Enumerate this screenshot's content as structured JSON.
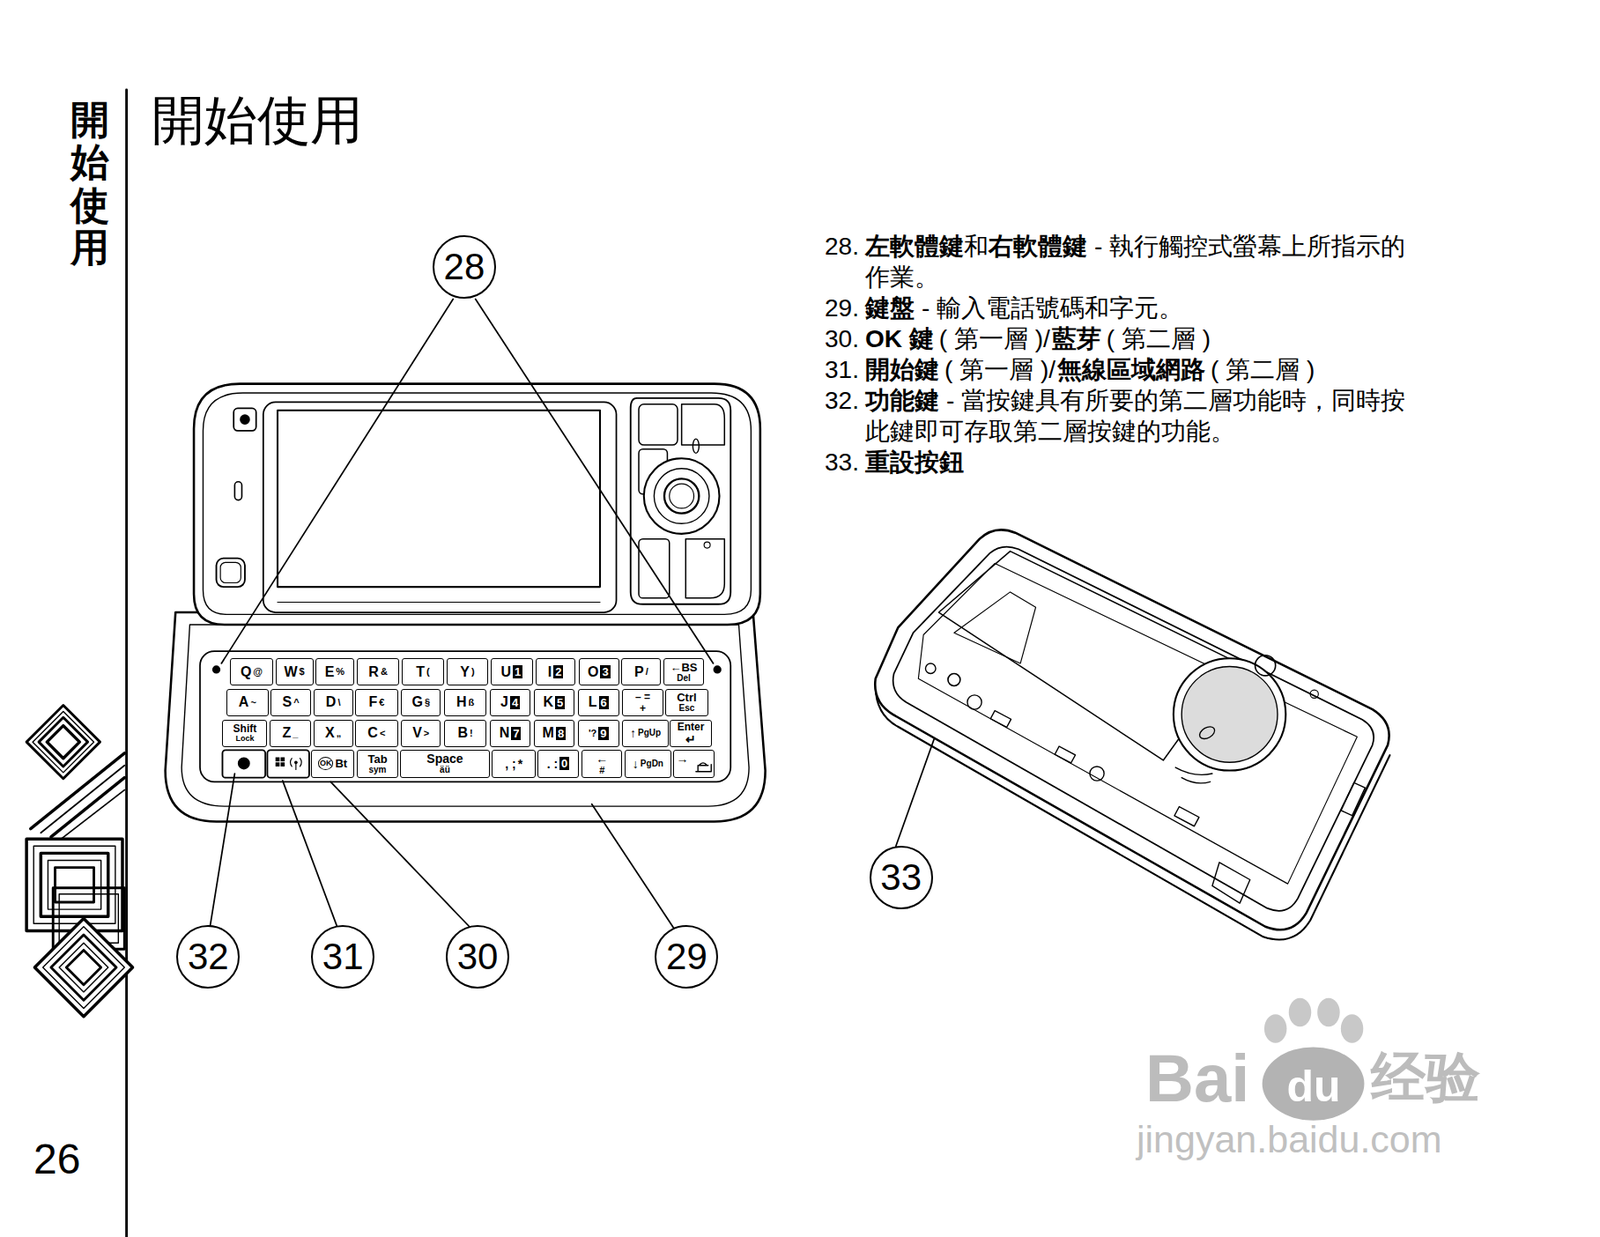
{
  "diagram": {
    "title": "開始使用",
    "nodes": [
      {
        "text": [
          "28"
        ]
      },
      {
        "text": [
          "Q",
          "@"
        ]
      },
      {
        "text": [
          "W",
          "$"
        ]
      },
      {
        "text": [
          "E",
          "%"
        ]
      },
      {
        "text": [
          "R",
          "&"
        ]
      },
      {
        "text": [
          "T",
          "("
        ]
      },
      {
        "text": [
          "Y",
          ")"
        ]
      },
      {
        "text": [
          "U",
          "1"
        ]
      },
      {
        "text": [
          "I",
          "2"
        ]
      },
      {
        "text": [
          "O",
          "3"
        ]
      },
      {
        "text": [
          "P",
          "/"
        ]
      },
      {
        "text": [
          "←BS",
          "Del"
        ]
      },
      {
        "text": [
          "A",
          "~"
        ]
      },
      {
        "text": [
          "S",
          "^"
        ]
      },
      {
        "text": [
          "D",
          "\\"
        ]
      },
      {
        "text": [
          "F",
          "€"
        ]
      },
      {
        "text": [
          "G",
          "§"
        ]
      },
      {
        "text": [
          "H",
          "ß"
        ]
      },
      {
        "text": [
          "J",
          "4"
        ]
      },
      {
        "text": [
          "K",
          "5"
        ]
      },
      {
        "text": [
          "L",
          "6"
        ]
      },
      {
        "text": [
          "– =",
          "+"
        ]
      },
      {
        "text": [
          "Ctrl",
          "Esc"
        ]
      },
      {
        "text": [
          "Shift",
          "Lock"
        ]
      },
      {
        "text": [
          "Z",
          "_"
        ]
      },
      {
        "text": [
          "X",
          "„"
        ]
      },
      {
        "text": [
          "C",
          "<"
        ]
      },
      {
        "text": [
          "V",
          ">"
        ]
      },
      {
        "text": [
          "B",
          "!"
        ]
      },
      {
        "text": [
          "N",
          "7"
        ]
      },
      {
        "text": [
          "M",
          "8"
        ]
      },
      {
        "text": [
          "'?",
          "9"
        ]
      },
      {
        "text": [
          "↑",
          "PgUp"
        ]
      },
      {
        "text": [
          "Enter",
          "↵"
        ]
      },
      {
        "text": [
          "OK",
          "Bt"
        ]
      },
      {
        "text": [
          "Tab",
          "sym"
        ]
      },
      {
        "text": [
          "Space",
          "äü"
        ]
      },
      {
        "text": [
          ", ;",
          "*"
        ]
      },
      {
        "text": [
          ". :",
          "0"
        ]
      },
      {
        "text": [
          "←",
          "#"
        ]
      },
      {
        "text": [
          "↓",
          "PgDn"
        ]
      },
      {
        "text": [
          "→"
        ]
      },
      {
        "text": [
          "32"
        ]
      },
      {
        "text": [
          "31"
        ]
      },
      {
        "text": [
          "30"
        ]
      },
      {
        "text": [
          "29"
        ]
      },
      {
        "text": [
          "33"
        ]
      }
    ],
    "labels": [
      "開始使用",
      "26",
      "28.",
      "左軟體鍵",
      "和",
      "右軟體鍵",
      "- 執行觸控式螢幕上所指示的作業。",
      "29.",
      "鍵盤",
      "- 輸入電話號碼和字元。",
      "30.",
      "OK 鍵",
      "( 第一層 )/",
      "藍芽",
      "( 第二層 )",
      "31.",
      "開始鍵",
      "( 第一層 )/",
      "無線區域網路",
      "( 第二層 )",
      "32.",
      "功能鍵",
      "- 當按鍵具有所要的第二層功能時，同時按此鍵即可存取第二層按鍵的功能。",
      "33.",
      "重設按鈕",
      "Bai",
      "du",
      "经验",
      "jingyan.baidu.com"
    ]
  }
}
